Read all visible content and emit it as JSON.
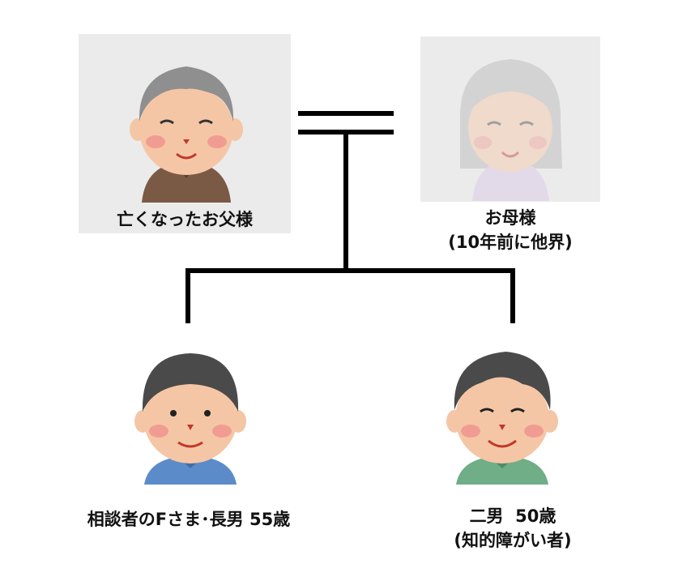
{
  "father": {
    "label": "亡くなったお父様",
    "icon": "elderly-man-icon"
  },
  "mother": {
    "label_line1": "お母様",
    "label_line2": "(10年前に他界)",
    "icon": "elderly-woman-icon"
  },
  "client": {
    "label": "相談者のFさま･長男 55歳",
    "icon": "middle-aged-man-icon"
  },
  "brother": {
    "label_line1": "二男  50歳",
    "label_line2": "(知的障がい者)",
    "icon": "middle-aged-man-icon"
  },
  "colors": {
    "card_bg": "#ebebeb",
    "line": "#000000",
    "skin": "#f5c6a5",
    "cheek": "#f08a8a",
    "hair_gray": "#8f8f8f",
    "hair_dark": "#4a4a4a",
    "shirt_brown": "#7a5a45",
    "shirt_lavender": "#d9c6e6",
    "shirt_blue": "#5b8cc9",
    "shirt_green": "#6fae86"
  }
}
